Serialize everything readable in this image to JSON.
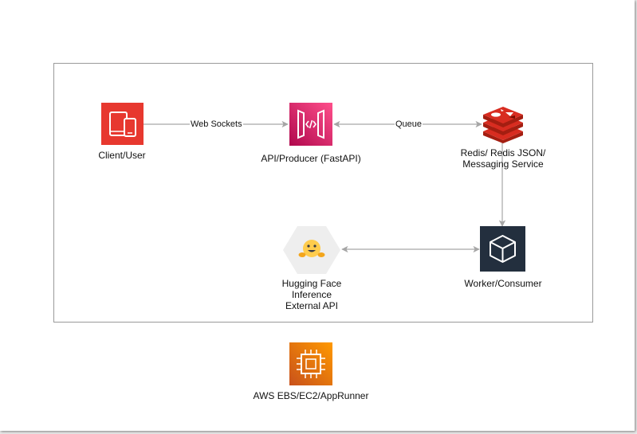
{
  "nodes": {
    "client": {
      "label": "Client/User",
      "icon": "mobile-devices-icon",
      "color": "#e7382f"
    },
    "api": {
      "label": "API/Producer (FastAPI)",
      "icon": "api-gateway-icon",
      "color": "#e0286c"
    },
    "redis": {
      "label": "Redis/ Redis JSON/\nMessaging Service",
      "icon": "redis-icon",
      "color": "#c6302b"
    },
    "worker": {
      "label": "Worker/Consumer",
      "icon": "cube-icon",
      "color": "#232f3e"
    },
    "huggingface": {
      "label": "Hugging Face\nInference\nExternal API",
      "icon": "hugging-face-icon",
      "color": "#ffcc4d"
    },
    "aws": {
      "label": "AWS EBS/EC2/AppRunner",
      "icon": "chip-icon",
      "color": "#ec7a11"
    }
  },
  "edges": {
    "client_api": {
      "label": "Web Sockets"
    },
    "api_redis": {
      "label": "Queue"
    },
    "redis_worker": {
      "label": ""
    },
    "worker_hf": {
      "label": ""
    }
  }
}
